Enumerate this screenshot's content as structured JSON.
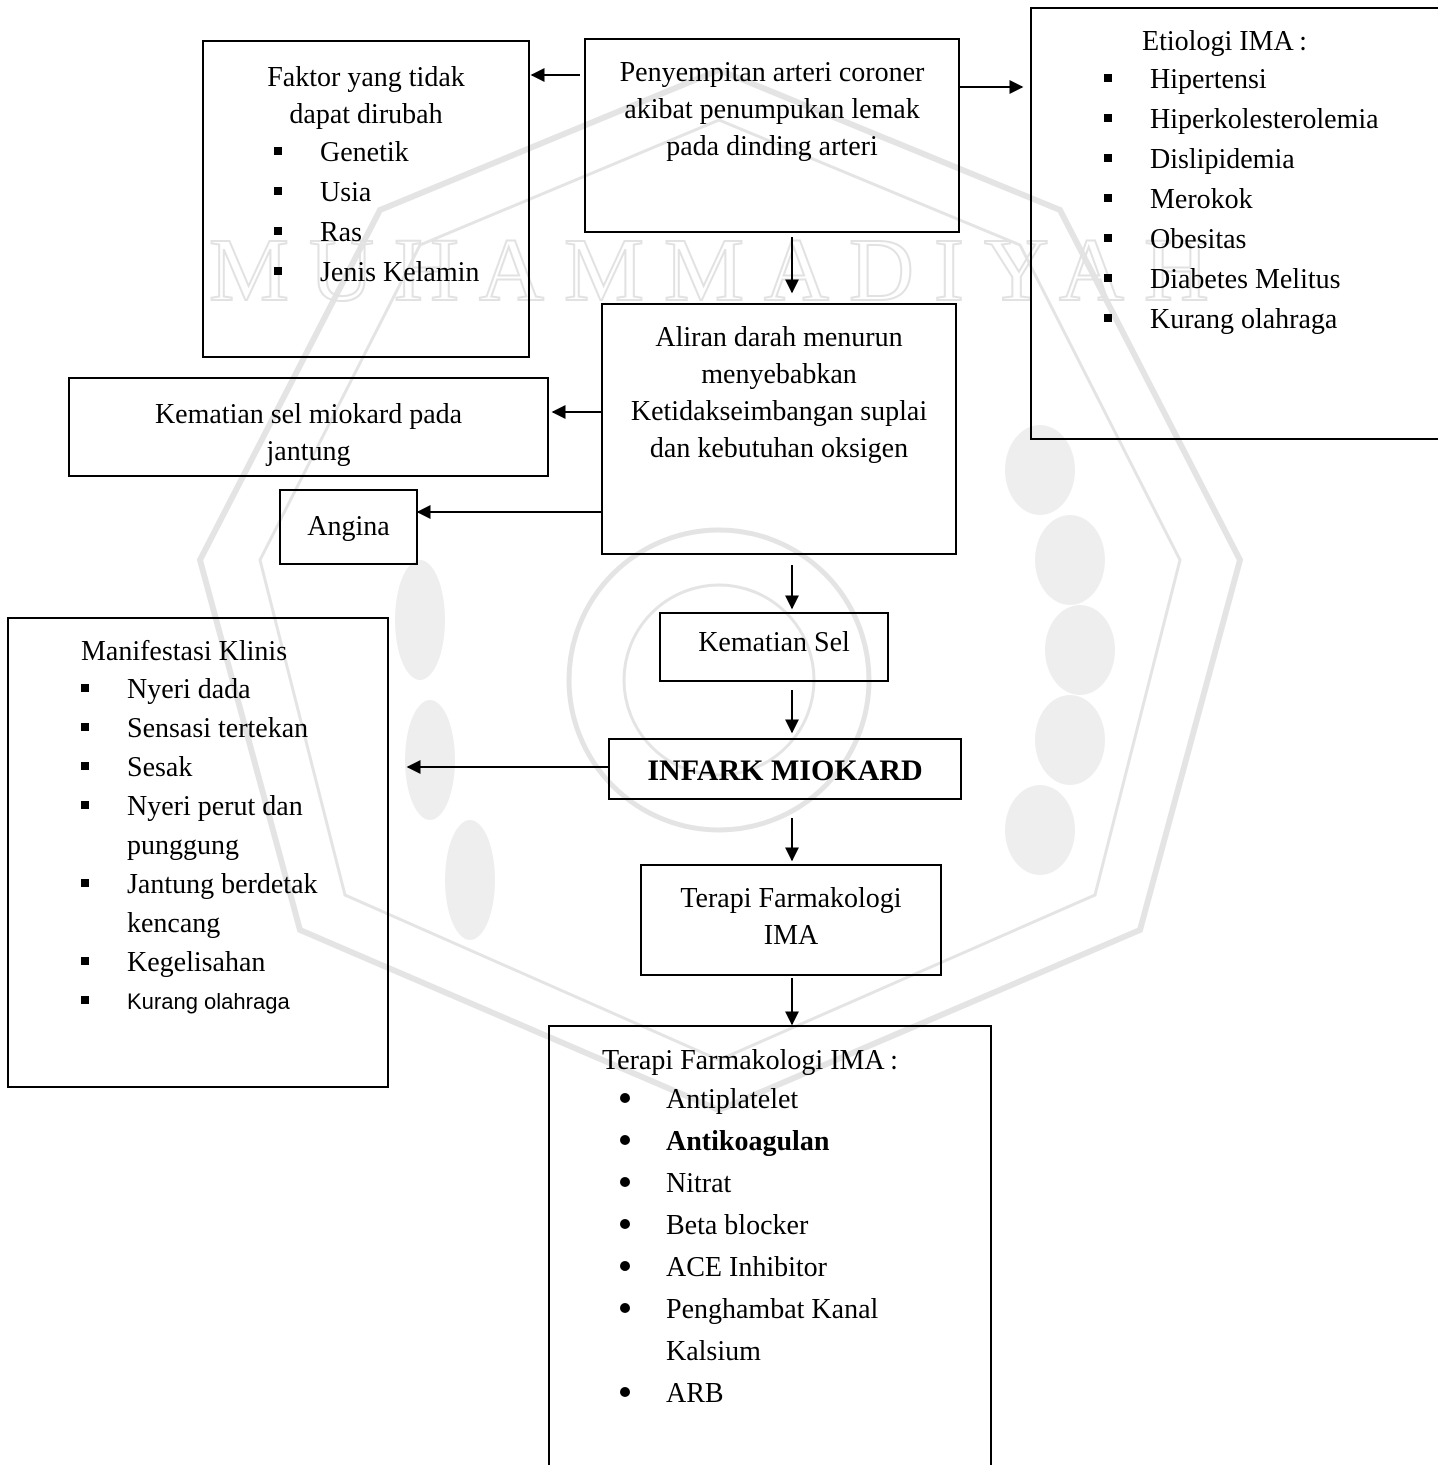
{
  "faktor": {
    "title": "Faktor yang tidak dapat dirubah",
    "items": [
      "Genetik",
      "Usia",
      "Ras",
      "Jenis Kelamin"
    ]
  },
  "penyempitan": {
    "text": "Penyempitan arteri coroner akibat penumpukan lemak pada dinding arteri"
  },
  "etiologi": {
    "title": "Etiologi IMA :",
    "items": [
      "Hipertensi",
      "Hiperkolesterolemia",
      "Dislipidemia",
      "Merokok",
      "Obesitas",
      "Diabetes Melitus",
      "Kurang olahraga"
    ]
  },
  "aliran": {
    "text": "Aliran darah menurun menyebabkan Ketidakseimbangan suplai dan kebutuhan oksigen"
  },
  "kematian_miokard": {
    "text": "Kematian sel miokard pada jantung"
  },
  "angina": {
    "text": "Angina"
  },
  "kematian_sel": {
    "text": "Kematian Sel"
  },
  "infark": {
    "text": "INFARK MIOKARD"
  },
  "manifestasi": {
    "title": "Manifestasi Klinis",
    "items": [
      "Nyeri dada",
      "Sensasi tertekan",
      "Sesak",
      "Nyeri perut dan punggung",
      "Jantung berdetak kencang",
      "Kegelisahan",
      "Kurang olahraga"
    ]
  },
  "terapi_box": {
    "text": "Terapi Farmakologi IMA"
  },
  "terapi_list": {
    "title": "Terapi Farmakologi IMA :",
    "items": [
      "Antiplatelet",
      "Antikoagulan",
      "Nitrat",
      "Beta blocker",
      "ACE Inhibitor",
      "Penghambat Kanal Kalsium",
      "ARB"
    ]
  },
  "watermark": {
    "text": "MUHAMMADIYAH"
  }
}
